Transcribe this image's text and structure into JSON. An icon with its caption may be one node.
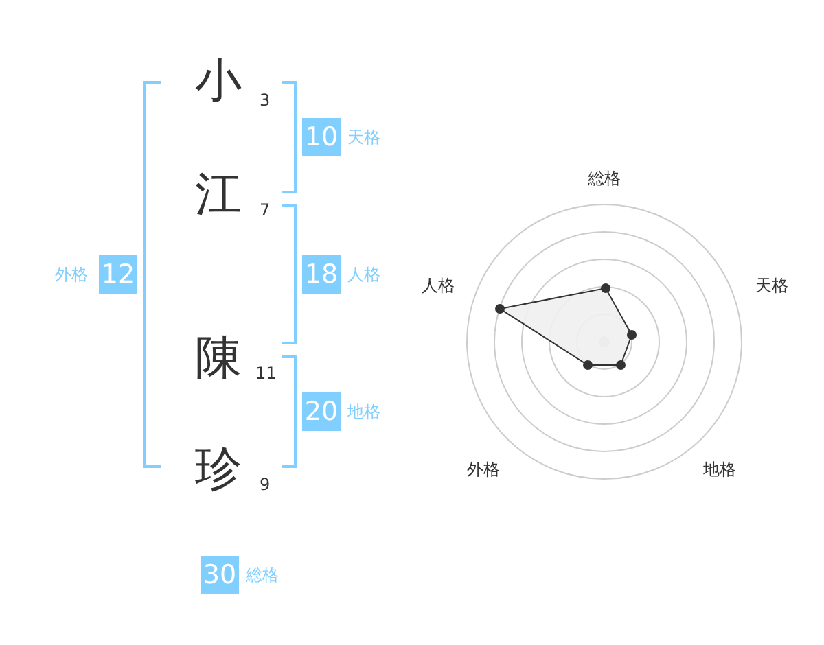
{
  "diagram": {
    "nodes": [
      {
        "text": [
          "10"
        ],
        "beside": [
          "天格"
        ]
      },
      {
        "text": [
          "12"
        ],
        "beside": [
          "外格"
        ]
      },
      {
        "text": [
          "18"
        ],
        "beside": [
          "人格"
        ]
      },
      {
        "text": [
          "20"
        ],
        "beside": [
          "地格"
        ]
      },
      {
        "text": [
          "30"
        ],
        "beside": [
          "総格"
        ]
      }
    ],
    "labels": [
      "小",
      "3",
      "江",
      "7",
      "陳",
      "11",
      "珍",
      "9",
      "総格",
      "人格",
      "天格",
      "外格",
      "地格"
    ]
  }
}
